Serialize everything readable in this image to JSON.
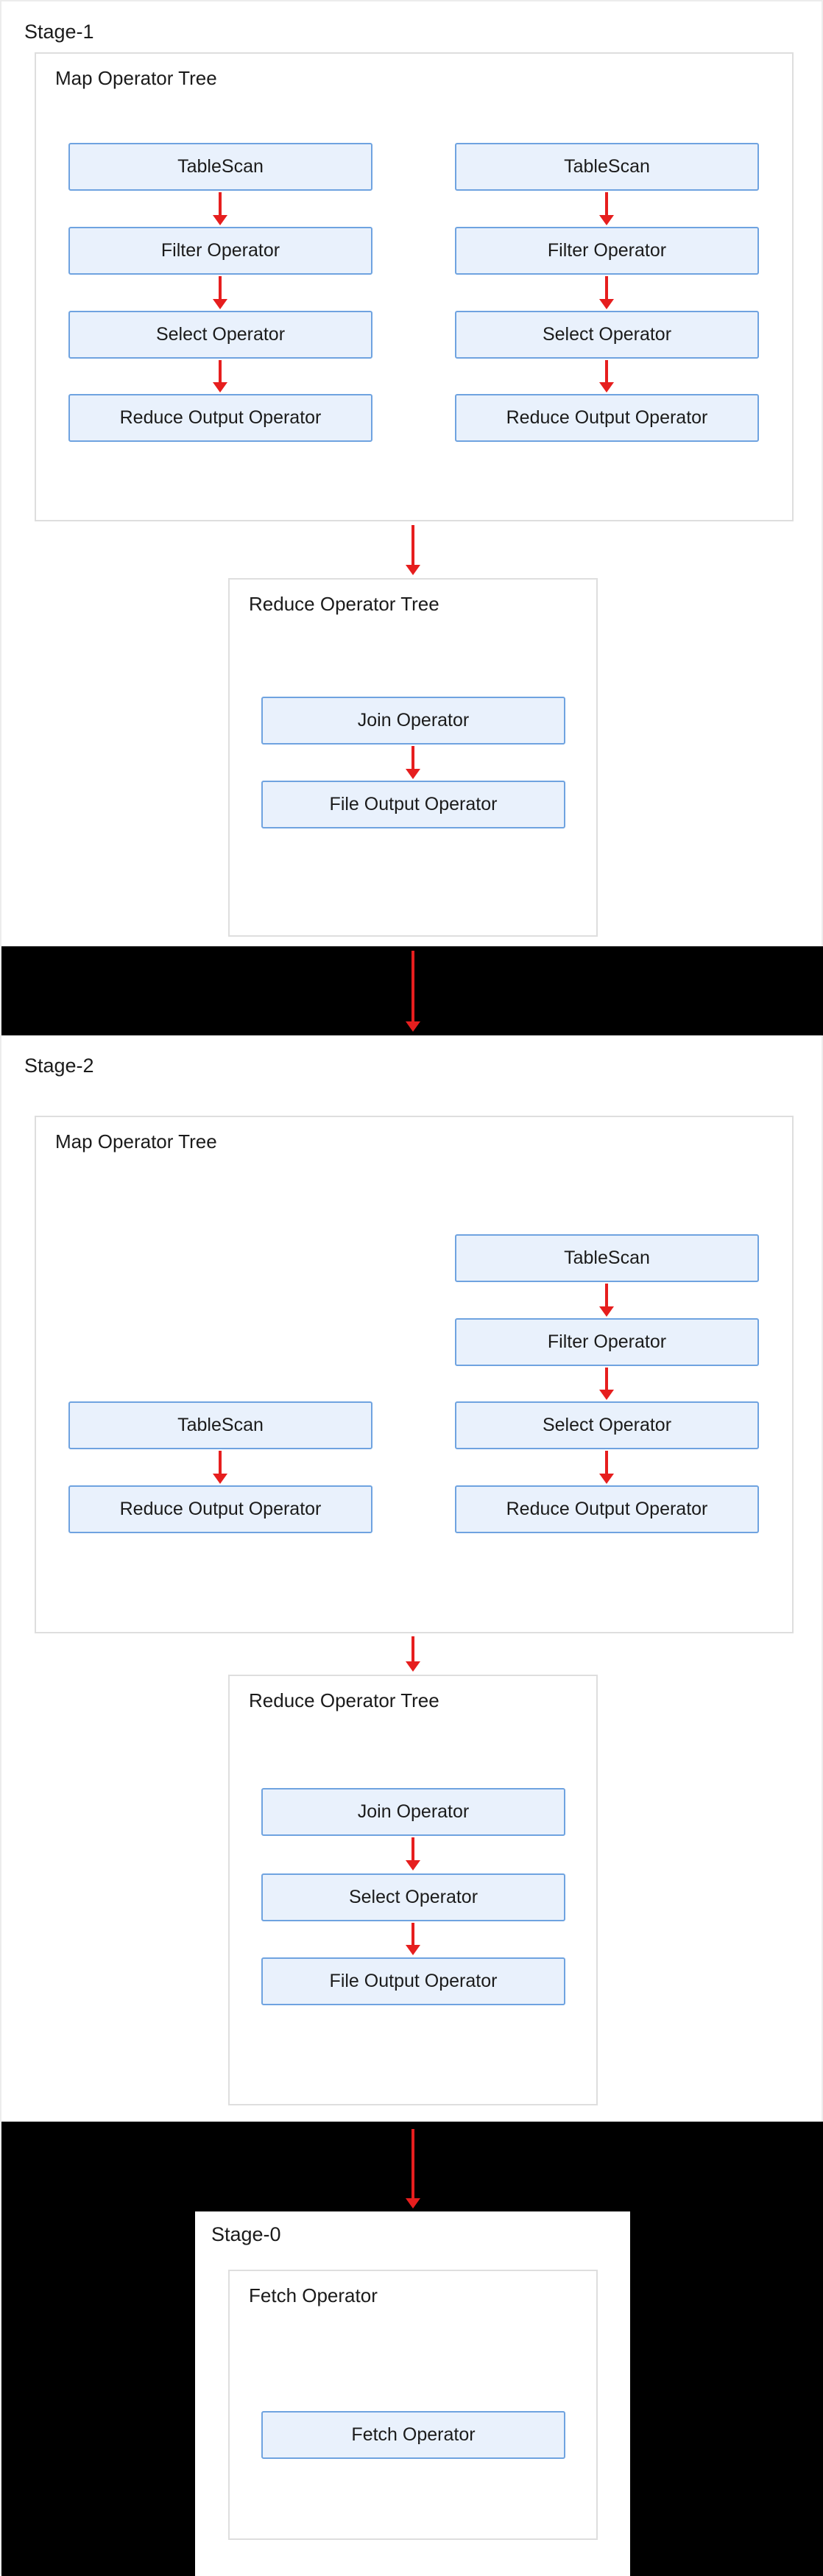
{
  "stage1": {
    "label": "Stage-1",
    "map_tree": {
      "title": "Map Operator Tree",
      "left": [
        "TableScan",
        "Filter Operator",
        "Select Operator",
        "Reduce Output Operator"
      ],
      "right": [
        "TableScan",
        "Filter Operator",
        "Select Operator",
        "Reduce Output Operator"
      ]
    },
    "reduce_tree": {
      "title": "Reduce Operator Tree",
      "nodes": [
        "Join Operator",
        "File Output Operator"
      ]
    }
  },
  "stage2": {
    "label": "Stage-2",
    "map_tree": {
      "title": "Map Operator Tree",
      "left": [
        "TableScan",
        "Reduce Output Operator"
      ],
      "right": [
        "TableScan",
        "Filter Operator",
        "Select Operator",
        "Reduce Output Operator"
      ]
    },
    "reduce_tree": {
      "title": "Reduce Operator Tree",
      "nodes": [
        "Join Operator",
        "Select Operator",
        "File Output Operator"
      ]
    }
  },
  "stage0": {
    "label": "Stage-0",
    "fetch_tree": {
      "title": "Fetch Operator",
      "nodes": [
        "Fetch Operator"
      ]
    }
  },
  "colors": {
    "node_fill": "#e9f1fc",
    "node_border": "#6fa3e0",
    "arrow_red": "#e61e1e",
    "box_border": "#dedede",
    "band_black": "#000000"
  }
}
